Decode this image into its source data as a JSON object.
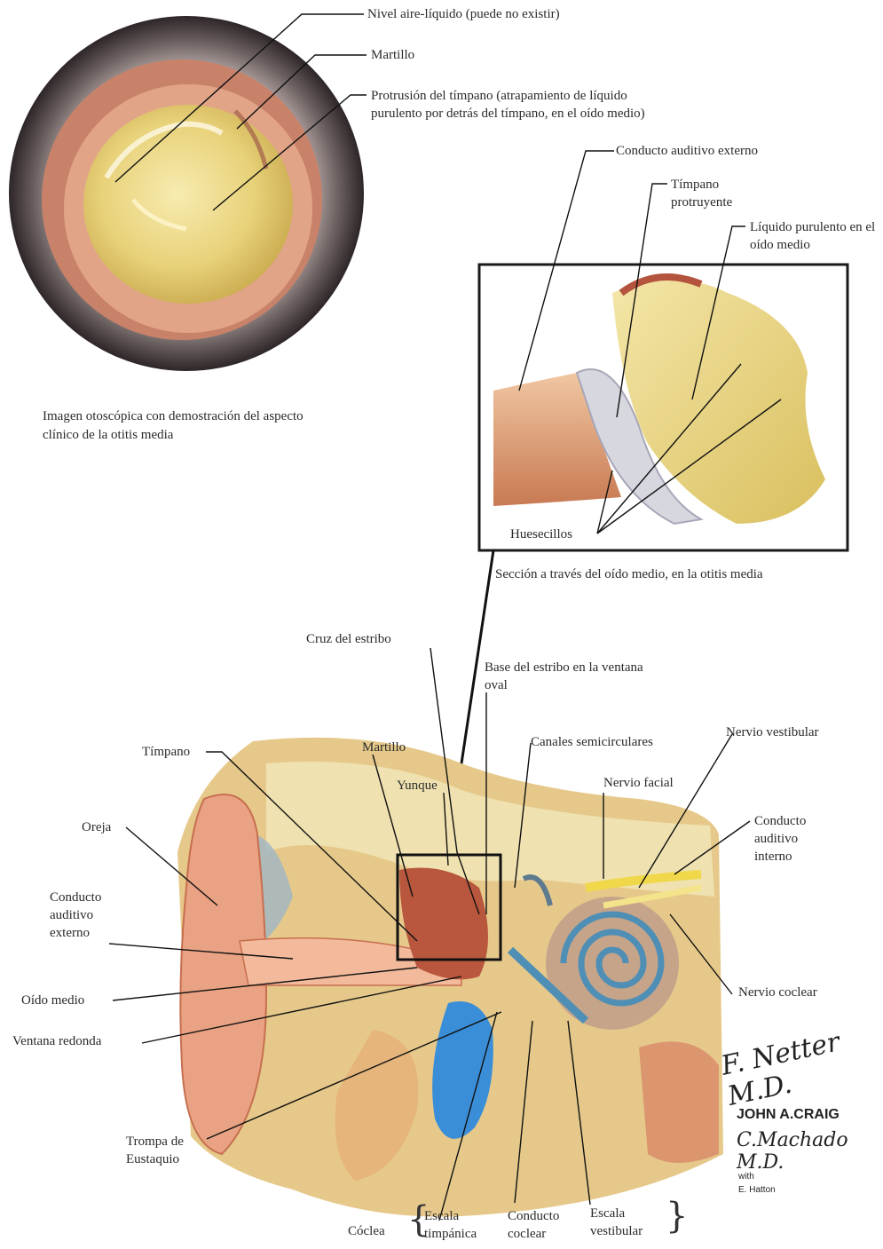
{
  "otoscope": {
    "labels": {
      "air_fluid": "Nivel aire-líquido (puede no existir)",
      "malleus": "Martillo",
      "bulging": "Protrusión del tímpano (atrapamiento de líquido purulento por detrás del tímpano, en el oído medio)"
    },
    "caption": "Imagen otoscópica con demostración del aspecto clínico de la otitis media"
  },
  "section": {
    "labels": {
      "ext_canal": "Conducto auditivo externo",
      "bulging_tm": "Tímpano protruyente",
      "pus": "Líquido purulento en el oído medio",
      "ossicles": "Huesecillos"
    },
    "caption": "Sección a través del oído medio, en la otitis media"
  },
  "ear": {
    "labels": {
      "stapes_crura": "Cruz del estribo",
      "stapes_base": "Base del estribo en la ventana oval",
      "tympanum": "Tímpano",
      "malleus": "Martillo",
      "semicircular": "Canales semicirculares",
      "vestibular_nerve": "Nervio vestibular",
      "incus": "Yunque",
      "facial_nerve": "Nervio facial",
      "auricle": "Oreja",
      "int_canal": "Conducto auditivo interno",
      "ext_canal": "Conducto auditivo externo",
      "middle_ear": "Oído medio",
      "cochlear_nerve": "Nervio coclear",
      "round_window": "Ventana redonda",
      "eustachian": "Trompa de Eustaquio",
      "cochlea": "Cóclea",
      "scala_tympani": "Escala timpánica",
      "cochlear_duct": "Conducto coclear",
      "scala_vestibuli": "Escala vestibular"
    }
  },
  "signature": {
    "netter": "F. Netter M.D.",
    "craig": "JOHN A.CRAIG",
    "machado": "C.Machado M.D.",
    "with": "with",
    "hatton": "E. Hatton"
  },
  "colors": {
    "fluid": "#e8d27a",
    "speculum": "#6f6464",
    "flesh": "#d98a68",
    "bone": "#efe2b0",
    "nerve": "#f0d84a",
    "tube": "#3a8ed8",
    "cochlea_blue": "#4f8fb5"
  }
}
